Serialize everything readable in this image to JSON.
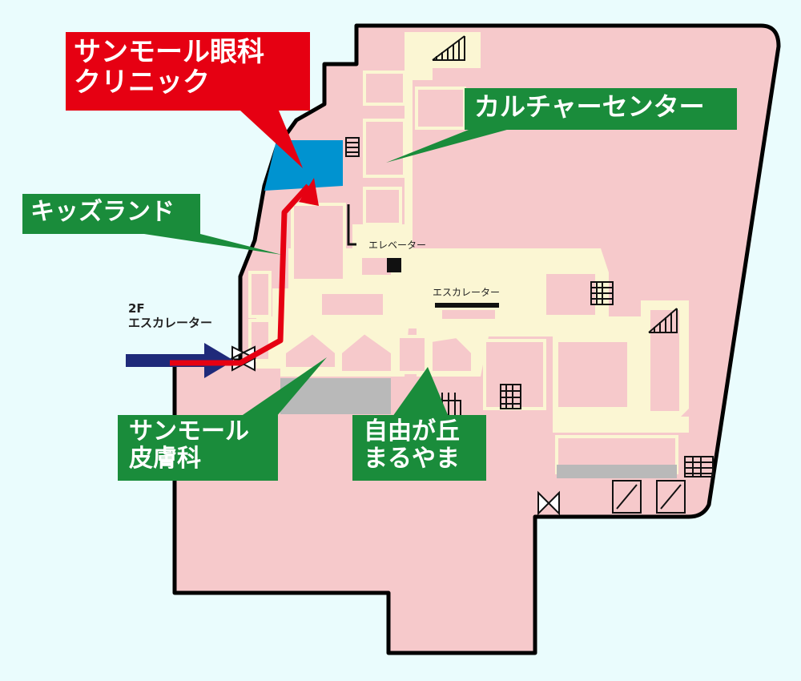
{
  "labels": {
    "eye_clinic": "サンモール眼科\nクリニック",
    "culture_center": "カルチャーセンター",
    "kids_land": "キッズランド",
    "escalator_2f": "2F\nエスカレーター",
    "skin_clinic": "サンモール\n皮膚科",
    "jiyugaoka": "自由が丘\nまるやま",
    "elevator": "エレベーター",
    "escalator": "エスカレーター"
  },
  "colors": {
    "background": "#eafcfd",
    "floor": "#f6c9cb",
    "corridor": "#fbf6d3",
    "highlight_shop": "#0093d0",
    "route_arrow": "#e60012",
    "entry_arrow": "#1f2a7a",
    "callout_red": "#e60012",
    "callout_green": "#1a8c3b"
  }
}
